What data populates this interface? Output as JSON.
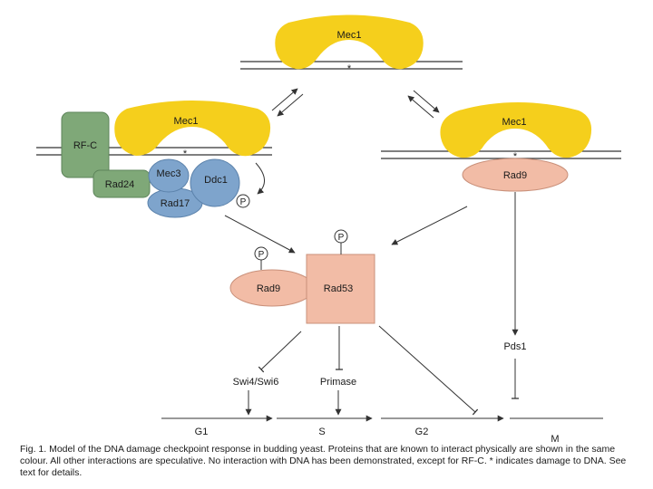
{
  "labels": {
    "mec1_top": "Mec1",
    "mec1_left": "Mec1",
    "mec1_right": "Mec1",
    "rfc": "RF-C",
    "rad24": "Rad24",
    "mec3": "Mec3",
    "ddc1": "Ddc1",
    "rad17": "Rad17",
    "rad9_right": "Rad9",
    "rad9_center": "Rad9",
    "rad53": "Rad53",
    "phospho": "P",
    "pds1": "Pds1",
    "swi": "Swi4/Swi6",
    "primase": "Primase",
    "damage_mark": "*"
  },
  "phases": {
    "g1": "G1",
    "s": "S",
    "g2": "G2",
    "m": "M"
  },
  "caption": "Fig. 1. Model of the DNA damage checkpoint response in budding yeast. Proteins that are known to interact physically are shown in the same colour. All other interactions are speculative. No interaction with DNA has been demonstrated, except for RF-C. * indicates damage to DNA. See text for details.",
  "colors": {
    "mec1": "#f5cf1c",
    "green": "#7fa878",
    "blue": "#7ea4cc",
    "salmon": "#f2bca6"
  }
}
